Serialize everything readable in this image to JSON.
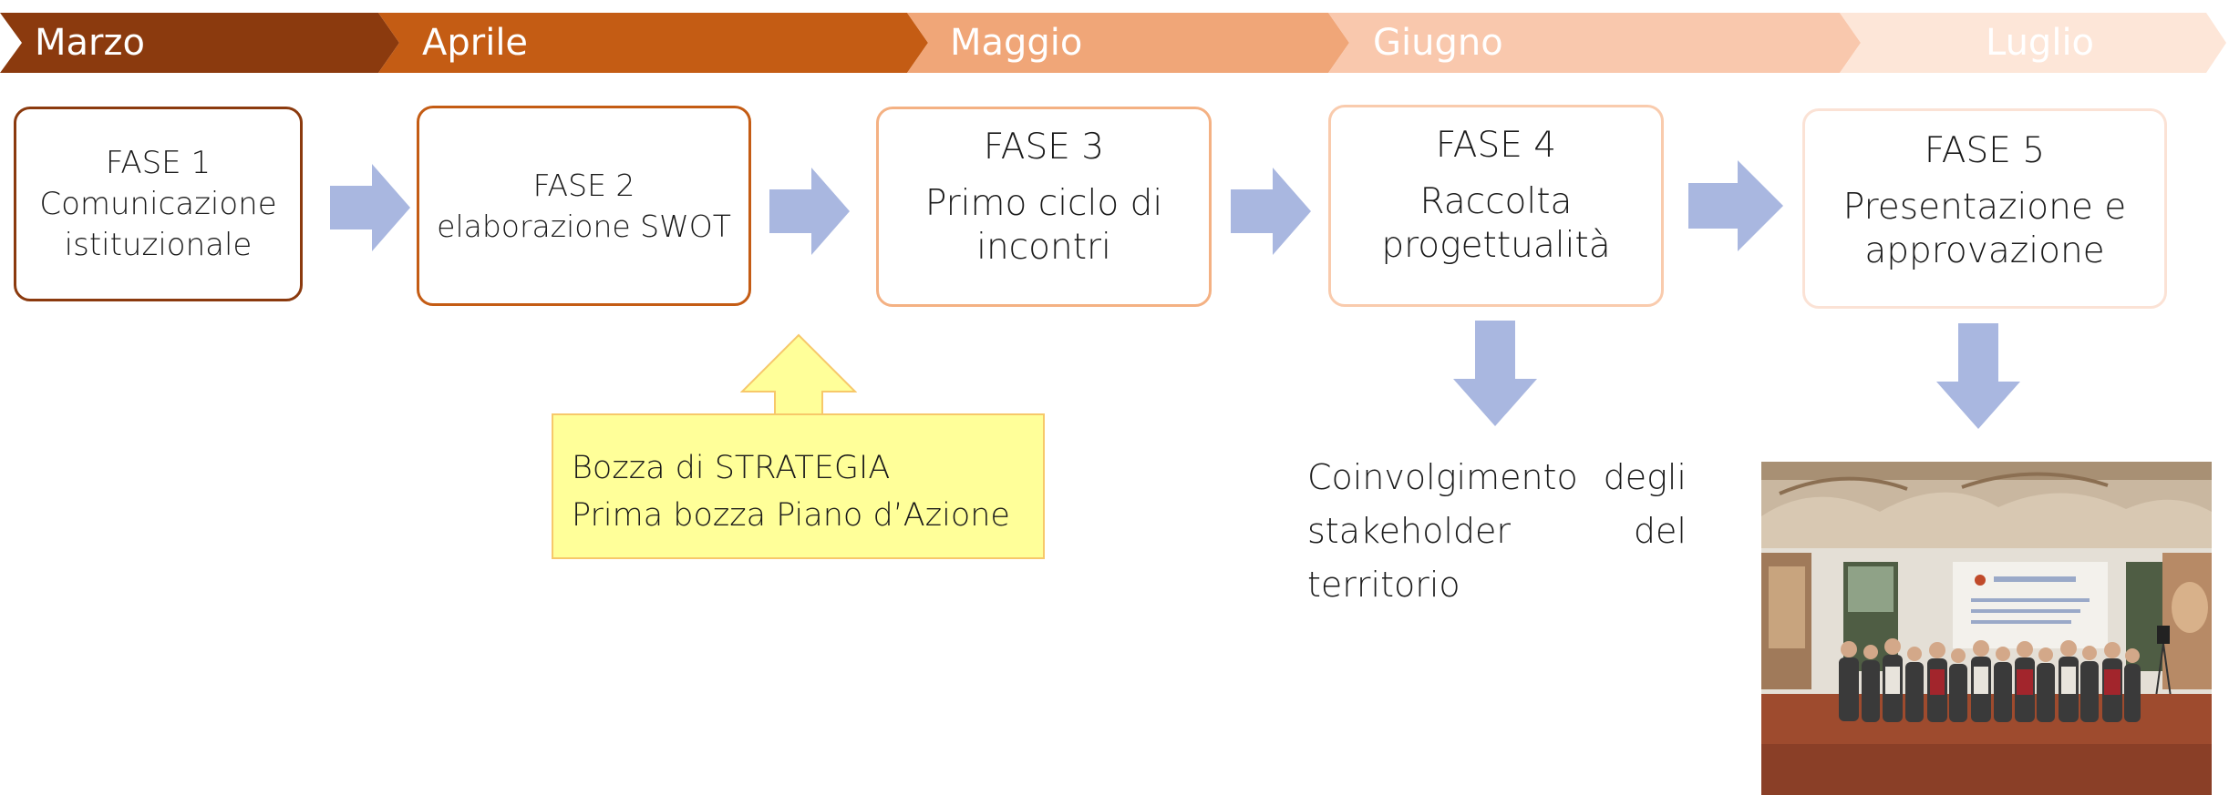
{
  "timeline": {
    "months": [
      {
        "label": "Marzo"
      },
      {
        "label": "Aprile"
      },
      {
        "label": "Maggio"
      },
      {
        "label": "Giugno"
      },
      {
        "label": "Luglio"
      }
    ],
    "colors": [
      "#8b3a0e",
      "#c45c14",
      "#f0a678",
      "#f9c8ad",
      "#fde6d8"
    ]
  },
  "phases": [
    {
      "lines": [
        "FASE 1",
        "Comunicazione",
        "istituzionale"
      ],
      "border": "#8b3a0e"
    },
    {
      "lines": [
        "FASE 2",
        "elaborazione SWOT"
      ],
      "border": "#c45c14"
    },
    {
      "lines": [
        "FASE 3",
        "Primo ciclo di",
        "incontri"
      ],
      "border": "#f4b183"
    },
    {
      "lines": [
        "FASE 4",
        "Raccolta",
        "progettualità"
      ],
      "border": "#f9cbad"
    },
    {
      "lines": [
        "FASE 5",
        "Presentazione e",
        "approvazione"
      ],
      "border": "#fbe2d5"
    }
  ],
  "note": {
    "lines": [
      "Bozza di STRATEGIA",
      "Prima bozza Piano d’Azione"
    ]
  },
  "stakeholder": {
    "text": "Coinvolgimento degli stakeholder del territorio"
  },
  "colors": {
    "arrow": "#a9b7e0",
    "note_bg": "#ffff99",
    "note_arrow": "#ffff99"
  },
  "photo": {
    "icon": "group-photo"
  }
}
